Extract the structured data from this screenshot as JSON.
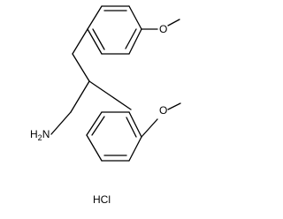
{
  "labels": {
    "amine": "H2N",
    "methoxy_upper": "O",
    "methoxy_lower": "O",
    "salt": "HCl"
  },
  "colors": {
    "ink": "#000000",
    "background": "#ffffff"
  }
}
